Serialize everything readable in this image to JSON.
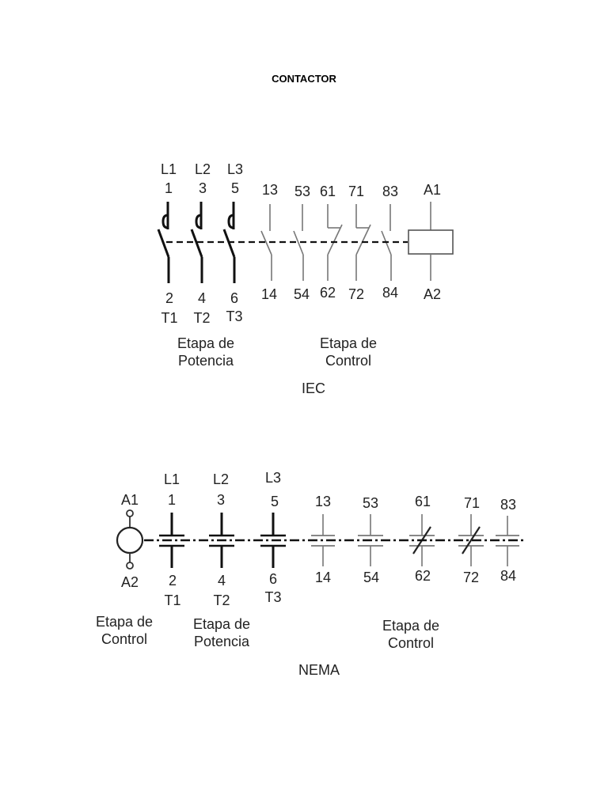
{
  "title": "CONTACTOR",
  "iec": {
    "caption": "IEC",
    "power": {
      "line_labels": [
        "L1",
        "L2",
        "L3"
      ],
      "top_numbers": [
        "1",
        "3",
        "5"
      ],
      "bottom_numbers": [
        "2",
        "4",
        "6"
      ],
      "load_labels": [
        "T1",
        "T2",
        "T3"
      ]
    },
    "control": {
      "top_numbers": [
        "13",
        "53",
        "61",
        "71",
        "83"
      ],
      "bottom_numbers": [
        "14",
        "54",
        "62",
        "72",
        "84"
      ]
    },
    "coil": {
      "top": "A1",
      "bottom": "A2"
    },
    "stage_power": [
      "Etapa de",
      "Potencia"
    ],
    "stage_control": [
      "Etapa de",
      "Control"
    ]
  },
  "nema": {
    "caption": "NEMA",
    "coil": {
      "top": "A1",
      "bottom": "A2"
    },
    "power": {
      "line_labels": [
        "L1",
        "L2",
        "L3"
      ],
      "top_numbers": [
        "1",
        "3",
        "5"
      ],
      "bottom_numbers": [
        "2",
        "4",
        "6"
      ],
      "load_labels": [
        "T1",
        "T2",
        "T3"
      ]
    },
    "control": {
      "top_numbers": [
        "13",
        "53",
        "61",
        "71",
        "83"
      ],
      "bottom_numbers": [
        "14",
        "54",
        "62",
        "72",
        "84"
      ]
    },
    "stage_control_left": [
      "Etapa de",
      "Control"
    ],
    "stage_power": [
      "Etapa de",
      "Potencia"
    ],
    "stage_control_right": [
      "Etapa de",
      "Control"
    ]
  }
}
